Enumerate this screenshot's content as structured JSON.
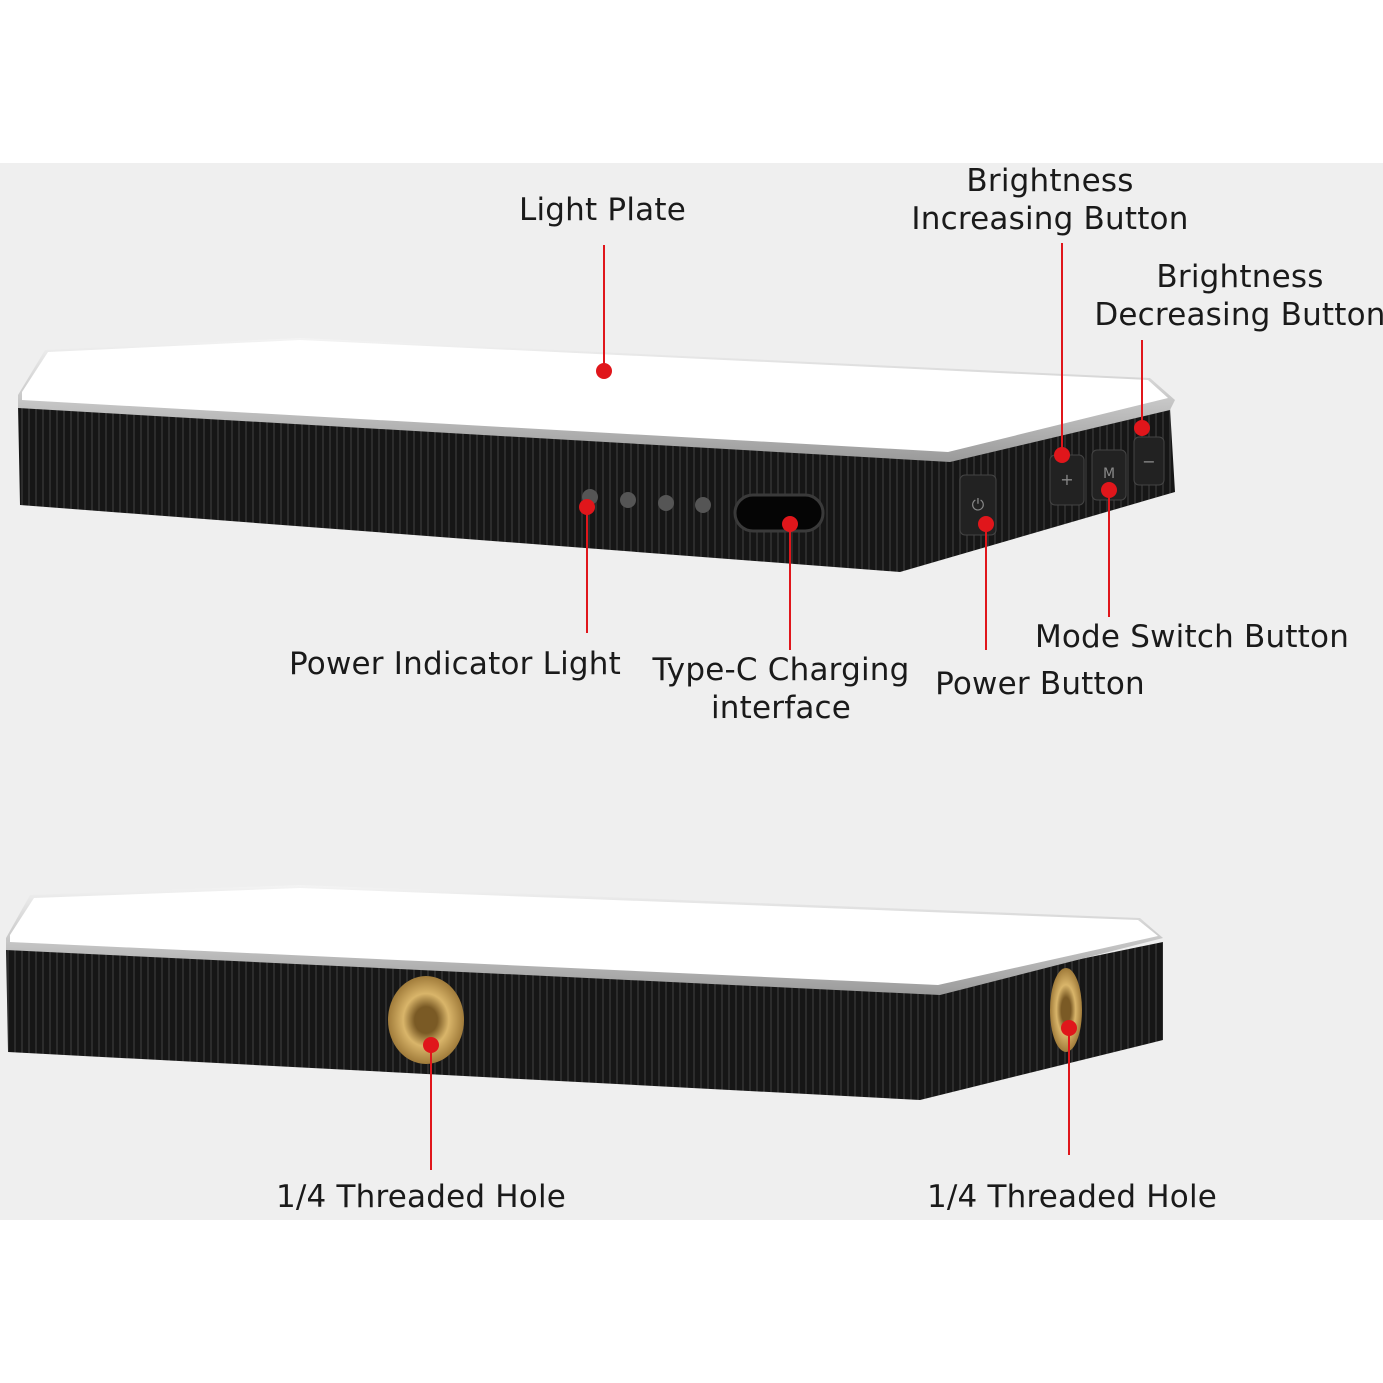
{
  "colors": {
    "background": "#efefef",
    "callout": "#e0161b",
    "body": "#151515",
    "plate": "#ffffff",
    "brass": "#c9a35a"
  },
  "labels": {
    "light_plate": "Light Plate",
    "brightness_inc_1": "Brightness",
    "brightness_inc_2": "Increasing Button",
    "brightness_dec_1": "Brightness",
    "brightness_dec_2": "Decreasing Button",
    "power_indicator": "Power Indicator Light",
    "typec_1": "Type-C Charging",
    "typec_2": "interface",
    "power_button": "Power Button",
    "mode_switch": "Mode Switch Button",
    "threaded_hole_left": "1/4 Threaded Hole",
    "threaded_hole_right": "1/4 Threaded Hole"
  },
  "button_glyphs": {
    "increase": "+",
    "mode": "M",
    "decrease": "−",
    "power": "⏻"
  }
}
